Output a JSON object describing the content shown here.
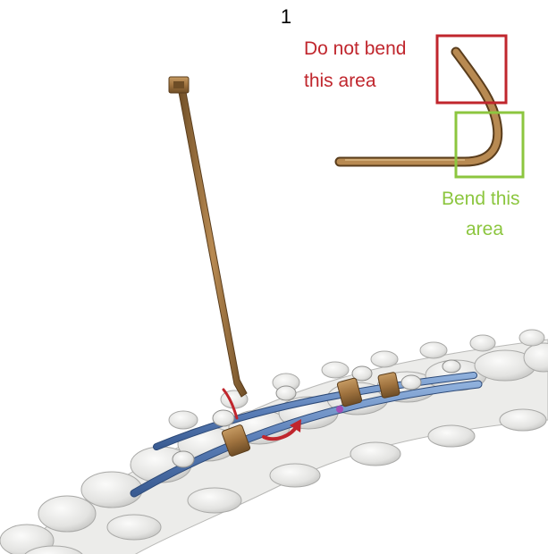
{
  "figure": {
    "step_number": "1",
    "callouts": {
      "no_bend": {
        "line1": "Do not bend",
        "line2": "this area",
        "color": "#c0262d"
      },
      "bend": {
        "line1": "Bend this",
        "line2": "area",
        "color": "#8cc63f"
      }
    },
    "colors": {
      "rod_bronze": "#a0733f",
      "spinal_rod": "#5b7fb8",
      "bone": "#e8e8e6",
      "arrow": "#c0262d"
    }
  }
}
